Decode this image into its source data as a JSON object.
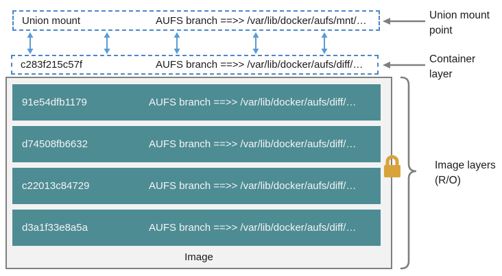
{
  "colors": {
    "teal_row": "#4e8c94",
    "dashed_border_blue": "#4a86c8",
    "blue_arrow": "#5b9bd5",
    "gray_line": "#7f7f7f",
    "image_box_bg": "#f2f2f2",
    "lock_gold": "#d9a33b",
    "text_dark": "#1a1a1a",
    "text_light": "#f2f4f4"
  },
  "union_mount_box": {
    "label": "Union mount",
    "path": "AUFS branch ==>> /var/lib/docker/aufs/mnt/…"
  },
  "container_box": {
    "label": "c283f215c57f",
    "path": "AUFS branch ==>> /var/lib/docker/aufs/diff/…"
  },
  "image_box": {
    "caption": "Image",
    "layers": [
      {
        "id": "91e54dfb1179",
        "path": "AUFS branch ==>> /var/lib/docker/aufs/diff/…"
      },
      {
        "id": "d74508fb6632",
        "path": "AUFS branch ==>> /var/lib/docker/aufs/diff/…"
      },
      {
        "id": "c22013c84729",
        "path": "AUFS branch ==>> /var/lib/docker/aufs/diff/…"
      },
      {
        "id": "d3a1f33e8a5a",
        "path": "AUFS branch ==>> /var/lib/docker/aufs/diff/…"
      }
    ]
  },
  "annotations": {
    "union_mount_point": "Union mount point",
    "container_layer": "Container layer",
    "image_layers": "Image layers (R/O)"
  },
  "icons": {
    "lock": "lock-icon",
    "bidirectional_arrow": "bidirectional-arrow-icon",
    "pointer_arrow": "left-arrow-icon",
    "brace": "curly-brace-icon"
  }
}
